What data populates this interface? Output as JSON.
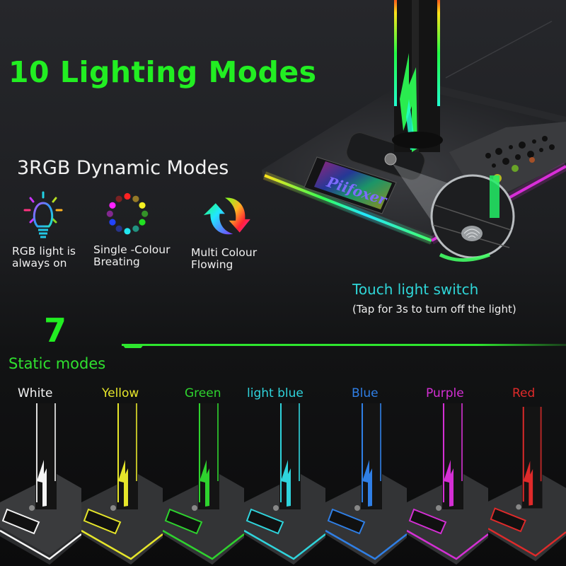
{
  "header": {
    "title": "10 Lighting Modes"
  },
  "dynamic_modes": {
    "heading": "3RGB Dynamic Modes",
    "items": [
      {
        "icon": "rgb-lightbulb-icon",
        "line1": "RGB light is",
        "line2": "always on"
      },
      {
        "icon": "color-dots-ring-icon",
        "line1": "Single -Colour",
        "line2": "Breating"
      },
      {
        "icon": "rainbow-refresh-arrows-icon",
        "line1": "Multi Colour",
        "line2": "Flowing"
      }
    ]
  },
  "hero": {
    "brand_plate": "Piifoxer",
    "touch_title": "Touch light switch",
    "touch_subtitle": "(Tap for 3s to turn off the light)"
  },
  "static_modes": {
    "count": "7",
    "label": "Static modes",
    "colors": [
      {
        "name": "White",
        "hex": "#f4f4f4"
      },
      {
        "name": "Yellow",
        "hex": "#e6e62a"
      },
      {
        "name": "Green",
        "hex": "#2ed32e"
      },
      {
        "name": "light blue",
        "hex": "#2fd4dc"
      },
      {
        "name": "Blue",
        "hex": "#2f7fe6"
      },
      {
        "name": "Purple",
        "hex": "#d42fd4"
      },
      {
        "name": "Red",
        "hex": "#e02a2a"
      }
    ],
    "plate_text": "Piifoxer"
  },
  "colors": {
    "accent_green": "#22ee22",
    "touch_cyan": "#2fd6d8",
    "background": "#1c1d20"
  }
}
